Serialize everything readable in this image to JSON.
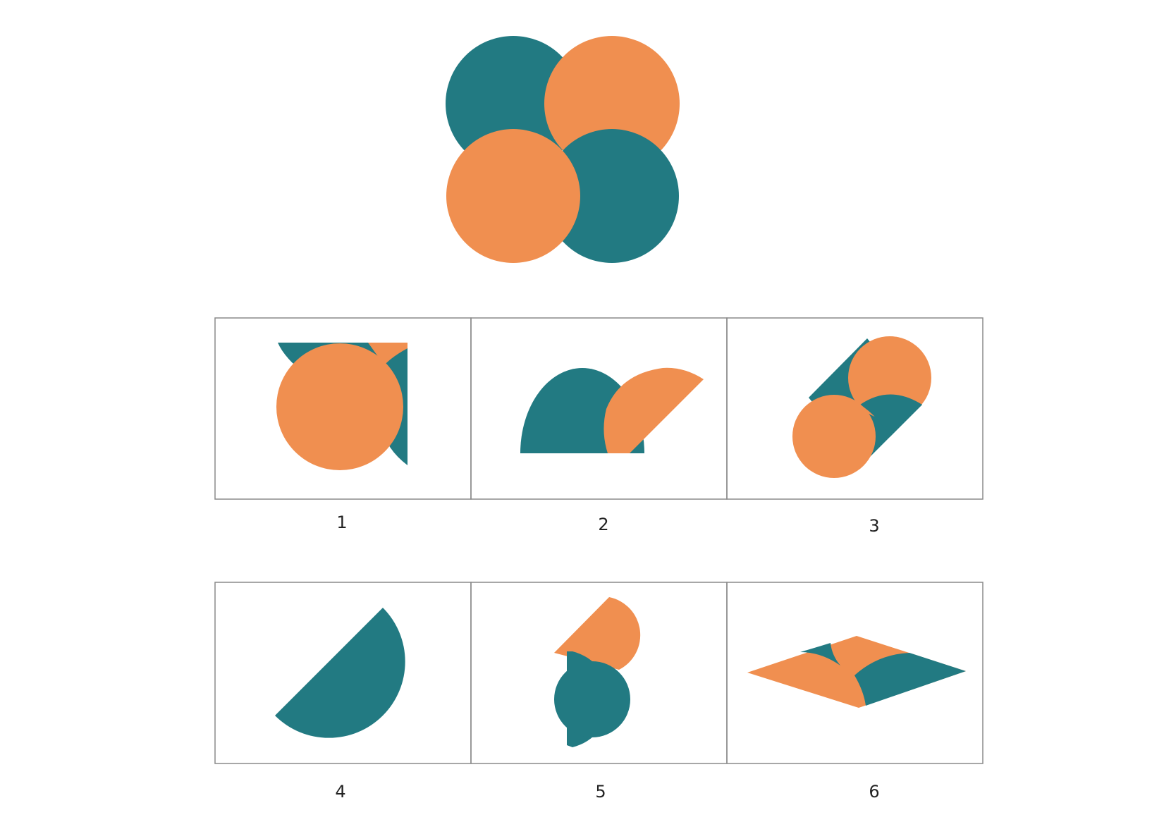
{
  "colors": {
    "teal": "#227a82",
    "orange": "#f08f50",
    "frame": "#8a8a8a"
  },
  "options": [
    {
      "label": "1"
    },
    {
      "label": "2"
    },
    {
      "label": "3"
    },
    {
      "label": "4"
    },
    {
      "label": "5"
    },
    {
      "label": "6"
    }
  ]
}
